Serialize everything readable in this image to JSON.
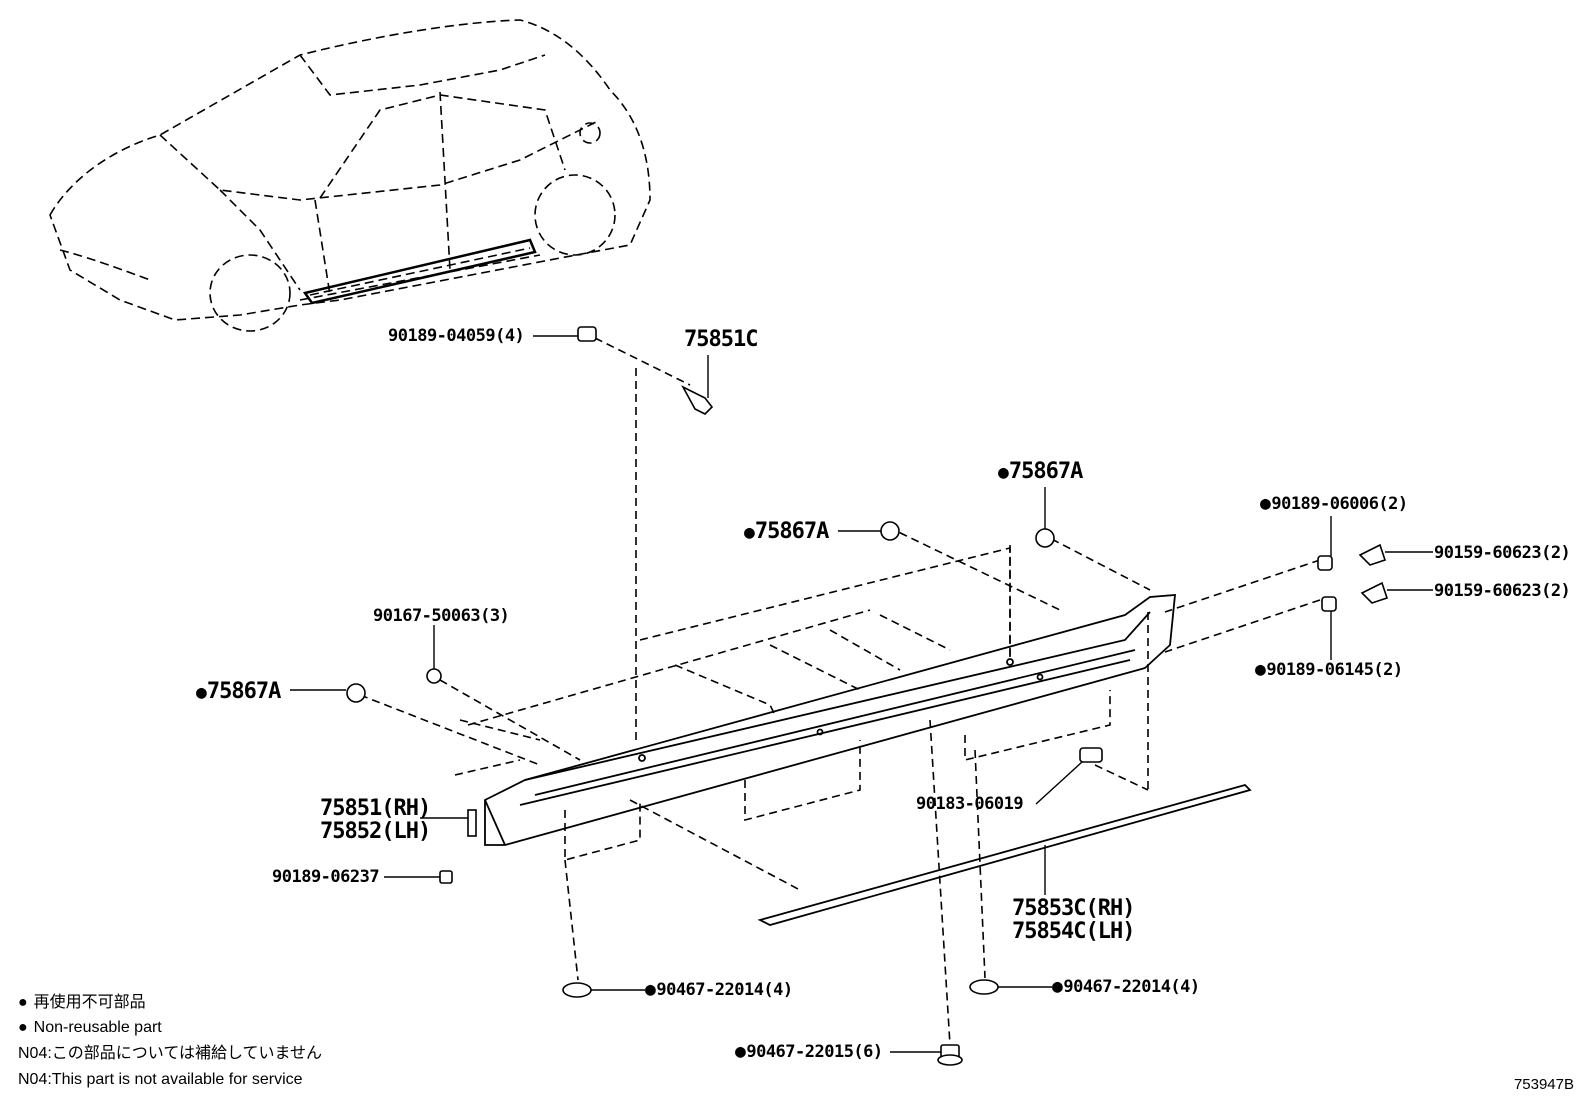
{
  "callouts": {
    "c_90189_04059": "90189-04059(4)",
    "c_75851C": "75851C",
    "c_75867A_top": "75867A",
    "c_75867A_mid": "75867A",
    "c_75867A_left": "75867A",
    "c_90189_06006": "90189-06006(2)",
    "c_90159_60623_a": "90159-60623(2)",
    "c_90159_60623_b": "90159-60623(2)",
    "c_90189_06145": "90189-06145(2)",
    "c_90167_50063": "90167-50063(3)",
    "c_75851_rh": "75851(RH)",
    "c_75852_lh": "75852(LH)",
    "c_90189_06237": "90189-06237",
    "c_90183_06019": "90183-06019",
    "c_75853C_rh": "75853C(RH)",
    "c_75854C_lh": "75854C(LH)",
    "c_90467_22014_left": "90467-22014(4)",
    "c_90467_22014_right": "90467-22014(4)",
    "c_90467_22015": "90467-22015(6)"
  },
  "legend": {
    "jp_nonreusable": "再使用不可部品",
    "en_nonreusable": "Non-reusable part",
    "jp_n04": "N04:この部品については補給していません",
    "en_n04": "N04:This part is not available for service"
  },
  "reference_code": "753947B"
}
